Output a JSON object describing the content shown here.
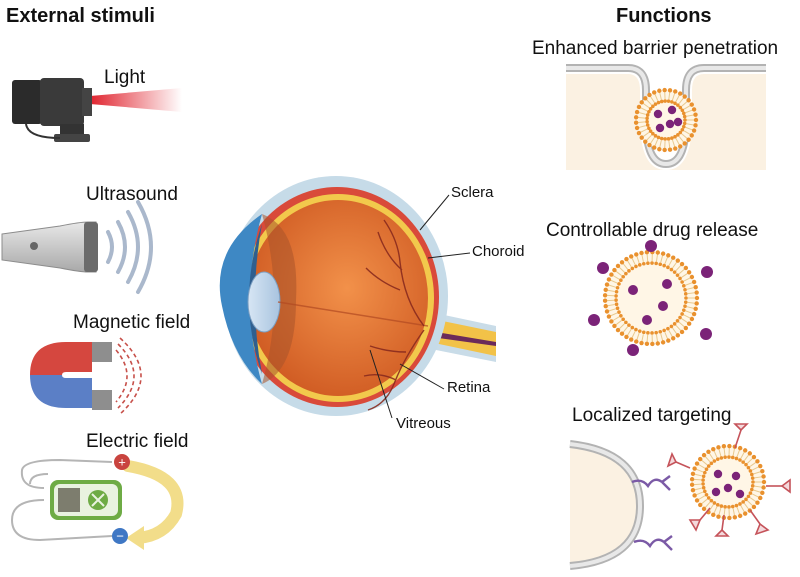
{
  "headings": {
    "left": "External stimuli",
    "right": "Functions"
  },
  "stimuli": {
    "light": "Light",
    "ultrasound": "Ultrasound",
    "magnetic": "Magnetic field",
    "electric": "Electric field"
  },
  "eye_labels": {
    "sclera": "Sclera",
    "choroid": "Choroid",
    "retina": "Retina",
    "vitreous": "Vitreous"
  },
  "functions": {
    "barrier": "Enhanced barrier penetration",
    "release": "Controllable drug release",
    "targeting": "Localized targeting"
  },
  "electrode_signs": {
    "positive": "+",
    "negative": "−"
  },
  "colors": {
    "laser": "#e0232e",
    "lipid_head": "#e9912e",
    "drug": "#7b2378",
    "eye_orange": "#e56f2c",
    "magnet_red": "#d5473f",
    "magnet_blue": "#5b7fc6",
    "device_green": "#6eab45"
  }
}
